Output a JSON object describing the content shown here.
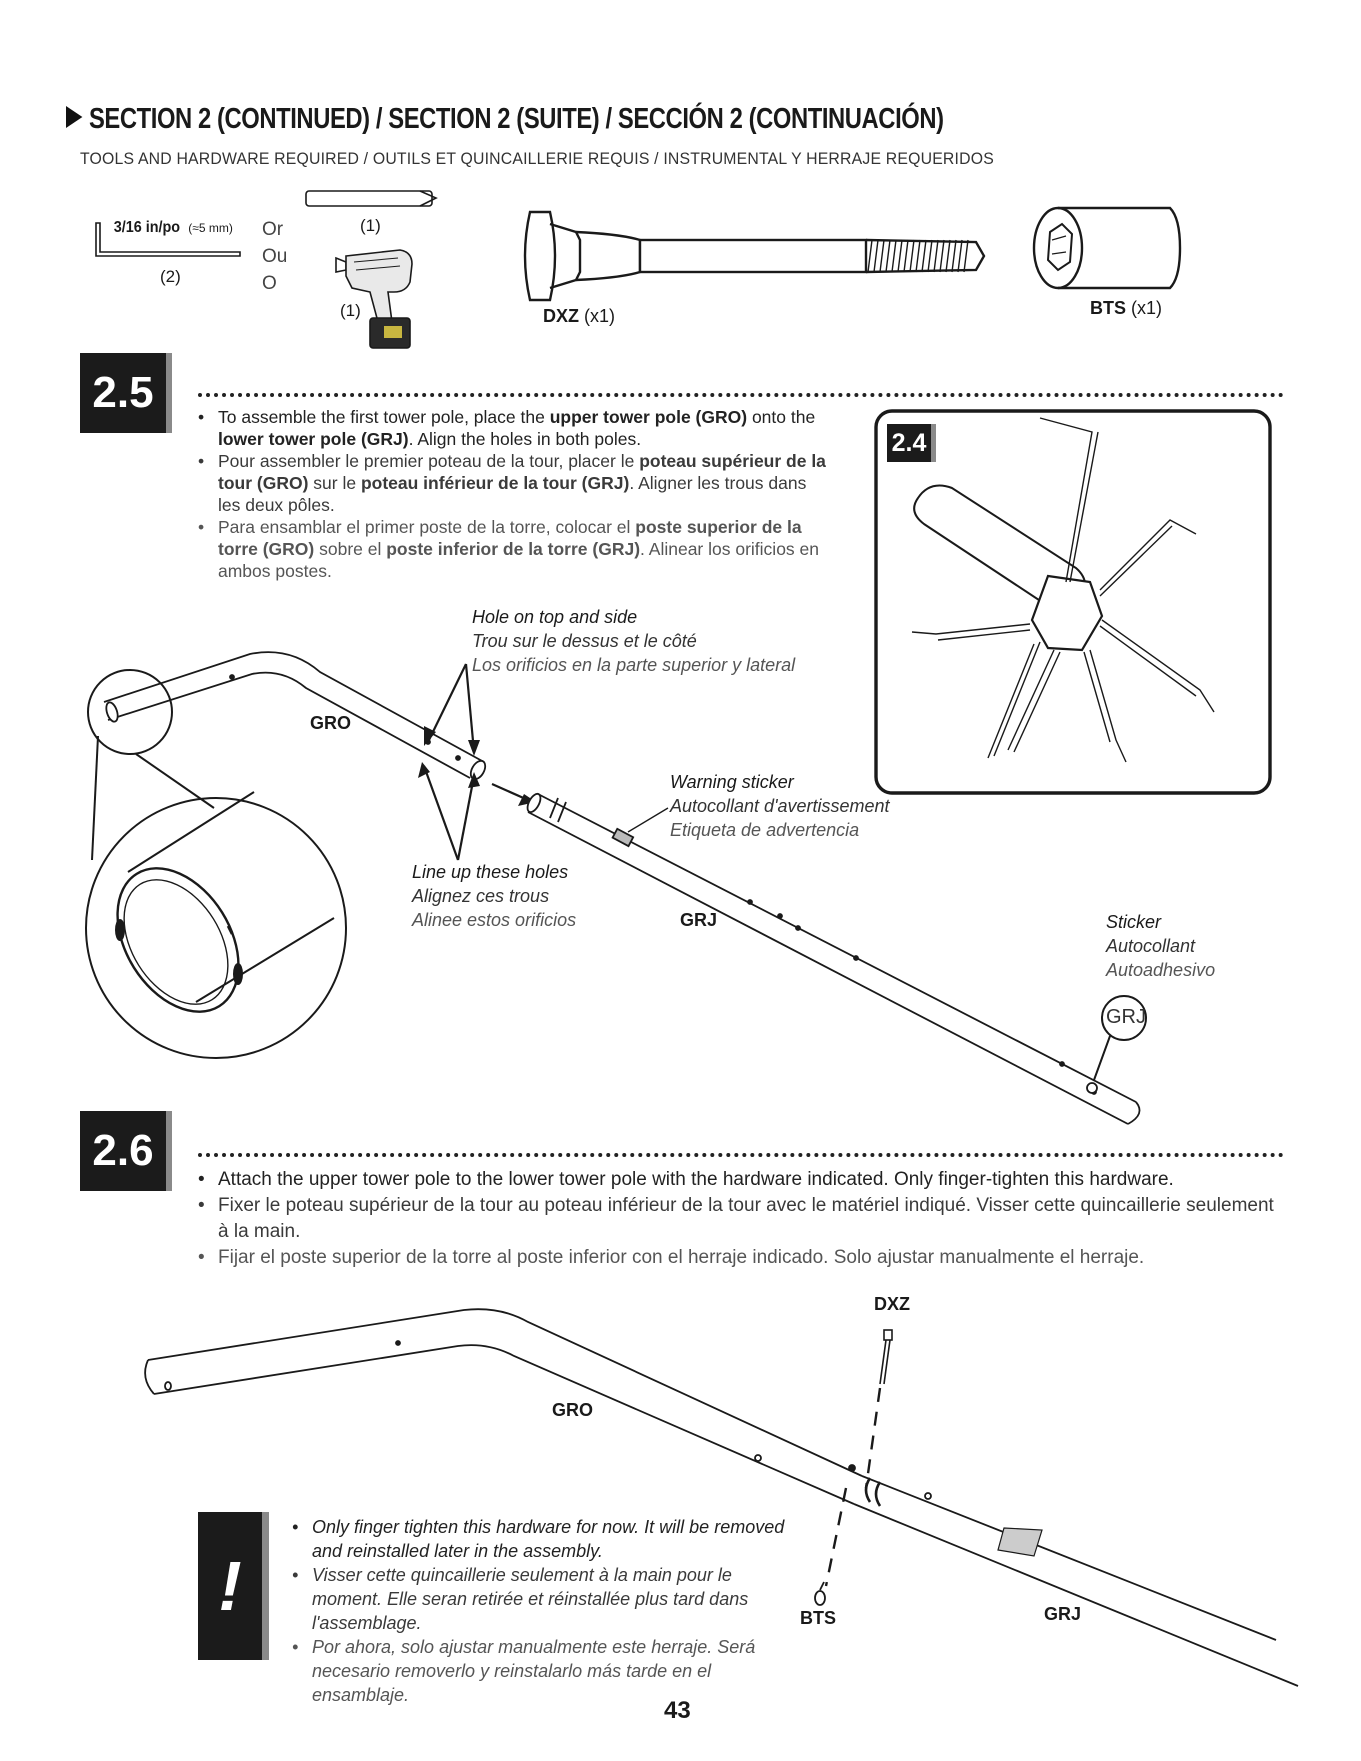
{
  "header": {
    "title": "SECTION 2 (CONTINUED) / SECTION 2 (SUITE) / SECCIÓN 2 (CONTINUACIÓN)",
    "subtitle": "TOOLS AND HARDWARE REQUIRED / OUTILS ET QUINCAILLERIE REQUIS / INSTRUMENTAL Y HERRAJE REQUERIDOS"
  },
  "tools": {
    "hex_key_size": "3/16 in/po",
    "hex_key_metric": "(≈5 mm)",
    "hex_key_qty": "(2)",
    "or_en": "Or",
    "or_fr": "Ou",
    "or_es": "O",
    "bit_qty": "(1)",
    "drill_qty": "(1)"
  },
  "hardware": {
    "dxz_code": "DXZ",
    "dxz_qty": "(x1)",
    "bts_code": "BTS",
    "bts_qty": "(x1)"
  },
  "step_2_5": {
    "number": "2.5",
    "bullet_en_1": "To assemble the first tower pole, place the ",
    "bullet_en_b1": "upper tower pole (GRO)",
    "bullet_en_2": " onto the ",
    "bullet_en_b2": "lower tower pole (GRJ)",
    "bullet_en_3": ". Align the holes in both poles.",
    "bullet_fr_1": "Pour assembler le premier poteau de la tour, placer le ",
    "bullet_fr_b1": "poteau supérieur de la tour (GRO)",
    "bullet_fr_2": " sur le ",
    "bullet_fr_b2": "poteau inférieur de la tour (GRJ)",
    "bullet_fr_3": ". Aligner les trous dans les deux pôles.",
    "bullet_es_1": "Para ensamblar el primer poste de la torre, colocar el ",
    "bullet_es_b1": "poste superior de la torre (GRO)",
    "bullet_es_2": " sobre el ",
    "bullet_es_b2": "poste inferior de la torre (GRJ)",
    "bullet_es_3": ". Alinear los orificios en ambos postes.",
    "inset_label": "2.4",
    "hole_note_en": "Hole on top and side",
    "hole_note_fr": "Trou sur le dessus et le côté",
    "hole_note_es": "Los orificios en la parte superior y lateral",
    "part_gro": "GRO",
    "part_grj": "GRJ",
    "warning_en": "Warning sticker",
    "warning_fr": "Autocollant d'avertissement",
    "warning_es": "Etiqueta de advertencia",
    "lineup_en": "Line up these holes",
    "lineup_fr": "Alignez ces trous",
    "lineup_es": "Alinee estos orificios",
    "sticker_en": "Sticker",
    "sticker_fr": "Autocollant",
    "sticker_es": "Autoadhesivo",
    "sticker_code": "GRJ"
  },
  "step_2_6": {
    "number": "2.6",
    "bullet_en": "Attach the upper tower pole to the lower tower pole with the hardware indicated. Only finger-tighten this hardware.",
    "bullet_fr": "Fixer le poteau supérieur de la tour au poteau inférieur de la tour avec le matériel indiqué. Visser cette quincaillerie seulement à la main.",
    "bullet_es": "Fijar el poste superior de la torre al poste inferior con el herraje indicado. Solo ajustar manualmente el herraje.",
    "part_gro": "GRO",
    "part_grj": "GRJ",
    "part_dxz": "DXZ",
    "part_bts": "BTS"
  },
  "caution": {
    "symbol": "!",
    "en": "Only finger tighten this hardware for now. It will be removed and reinstalled later in the assembly.",
    "fr": "Visser cette quincaillerie seulement à la main pour le moment. Elle seran retirée et réinstallée plus tard dans l'assemblage.",
    "es": "Por ahora, solo ajustar manualmente este herraje. Será necesario removerlo y reinstalarlo más tarde en el ensamblaje."
  },
  "footer": {
    "page_number": "43"
  }
}
